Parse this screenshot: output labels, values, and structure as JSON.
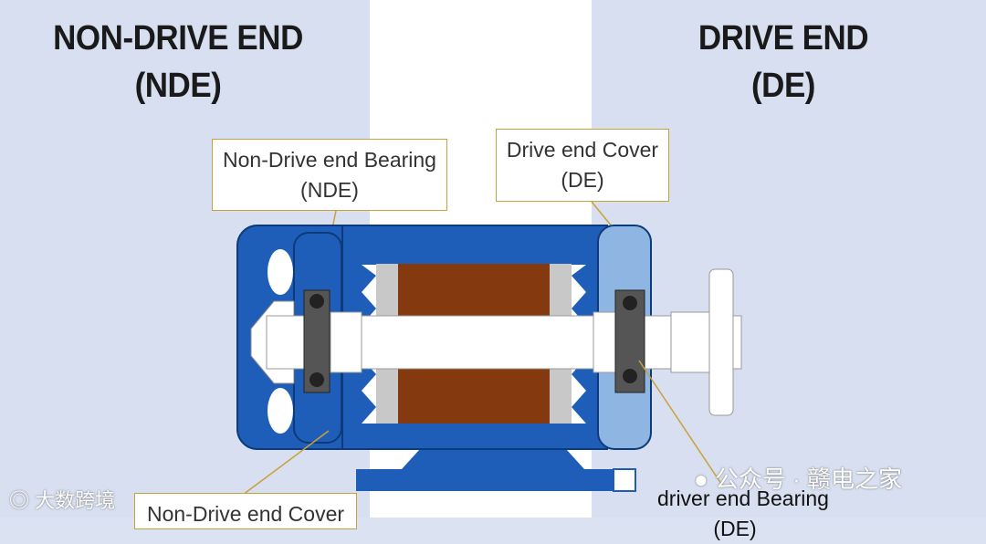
{
  "headings": {
    "nde": [
      "NON-DRIVE END",
      "(NDE)"
    ],
    "de": [
      "DRIVE END",
      "(DE)"
    ]
  },
  "callouts": {
    "nde_bearing": [
      "Non-Drive end Bearing",
      "(NDE)"
    ],
    "de_cover": [
      "Drive end Cover",
      "(DE)"
    ],
    "nde_cover": [
      "Non-Drive end Cover"
    ],
    "de_bearing": [
      "driver end Bearing",
      "(DE)"
    ]
  },
  "watermarks": {
    "left": "大数跨境",
    "right": "公众号 · 赣电之家"
  },
  "colors": {
    "motor_blue": "#1f5eb8",
    "cover_light_blue": "#8fb6e2",
    "rotor_brown": "#84390f",
    "callout_border": "#c9a13a",
    "panel_side": "#d7dff0"
  }
}
